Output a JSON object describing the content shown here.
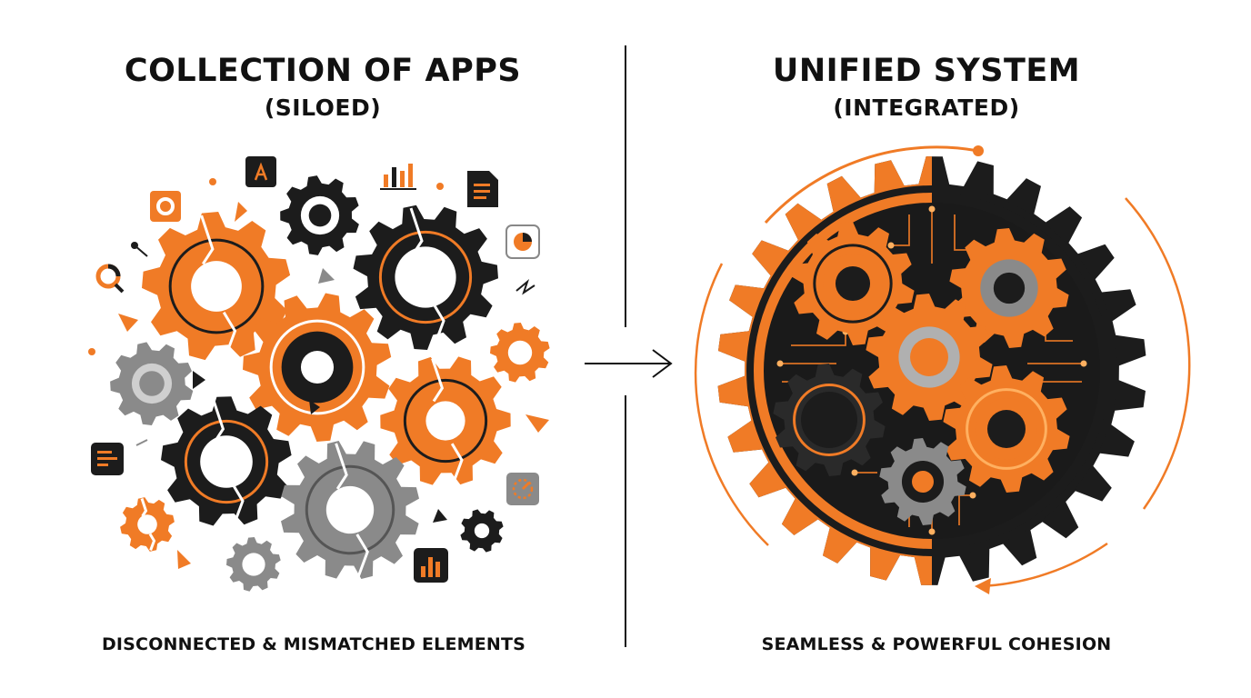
{
  "colors": {
    "accent": "#f07b26",
    "dark": "#1c1c1c",
    "gray": "#8a8a8a",
    "light_gray": "#b0b0b0",
    "background": "#ffffff"
  },
  "left_panel": {
    "title": "COLLECTION OF APPS",
    "subtitle": "(SILOED)",
    "caption": "DISCONNECTED & MISMATCHED ELEMENTS",
    "icons": [
      "gear-icon",
      "app-store-icon",
      "bar-chart-icon",
      "document-icon",
      "pie-chart-icon",
      "search-icon",
      "list-icon",
      "dashboard-icon",
      "analytics-icon"
    ]
  },
  "right_panel": {
    "title": "UNIFIED SYSTEM",
    "subtitle": "(INTEGRATED)",
    "caption": "SEAMLESS & POWERFUL COHESION"
  },
  "transition_icon": "arrow-right-icon"
}
